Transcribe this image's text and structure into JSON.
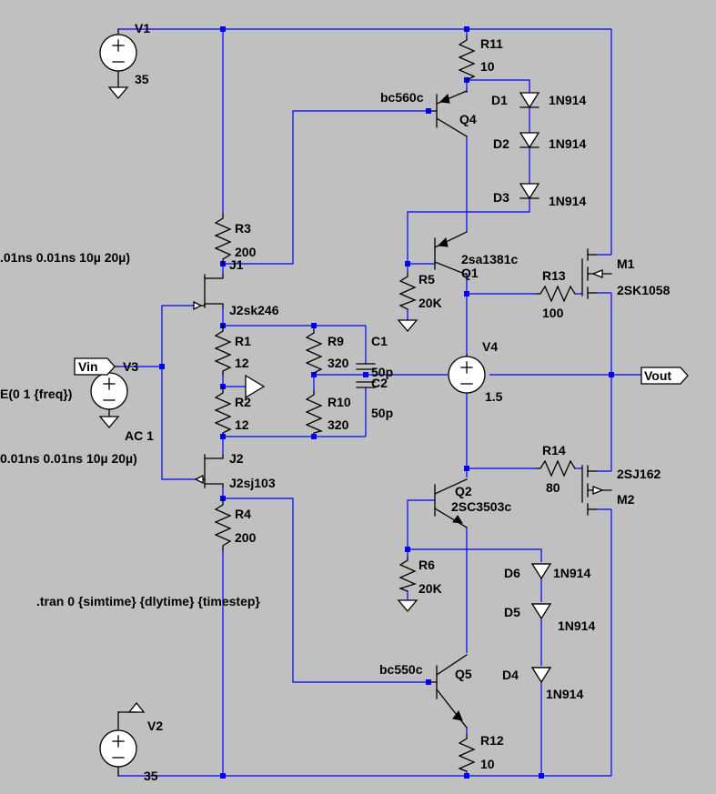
{
  "parts": {
    "V1": {
      "name": "V1",
      "value": "35"
    },
    "V2": {
      "name": "V2",
      "value": "35"
    },
    "V3": {
      "name": "V3",
      "value": "E(0 1 {freq})",
      "ac": "AC 1"
    },
    "V4": {
      "name": "V4",
      "value": "1.5"
    },
    "R1": {
      "name": "R1",
      "value": "12"
    },
    "R2": {
      "name": "R2",
      "value": "12"
    },
    "R3": {
      "name": "R3",
      "value": "200"
    },
    "R4": {
      "name": "R4",
      "value": "200"
    },
    "R5": {
      "name": "R5",
      "value": "20K"
    },
    "R6": {
      "name": "R6",
      "value": "20K"
    },
    "R9": {
      "name": "R9",
      "value": "320"
    },
    "R10": {
      "name": "R10",
      "value": "320"
    },
    "R11": {
      "name": "R11",
      "value": "10"
    },
    "R12": {
      "name": "R12",
      "value": "10"
    },
    "R13": {
      "name": "R13",
      "value": "100"
    },
    "R14": {
      "name": "R14",
      "value": "80"
    },
    "C1": {
      "name": "C1",
      "value": "50p"
    },
    "C2": {
      "name": "C2",
      "value": "50p"
    },
    "D1": {
      "name": "D1",
      "value": "1N914"
    },
    "D2": {
      "name": "D2",
      "value": "1N914"
    },
    "D3": {
      "name": "D3",
      "value": "1N914"
    },
    "D4": {
      "name": "D4",
      "value": "1N914"
    },
    "D5": {
      "name": "D5",
      "value": "1N914"
    },
    "D6": {
      "name": "D6",
      "value": "1N914"
    },
    "Q1": {
      "name": "Q1",
      "value": "2sa1381c"
    },
    "Q2": {
      "name": "Q2",
      "value": "2SC3503c"
    },
    "Q4": {
      "name": "Q4",
      "value": "bc560c"
    },
    "Q5": {
      "name": "Q5",
      "value": "bc550c"
    },
    "J1": {
      "name": "J1",
      "value": "J2sk246"
    },
    "J2": {
      "name": "J2",
      "value": "J2sj103"
    },
    "M1": {
      "name": "M1",
      "value": "2SK1058"
    },
    "M2": {
      "name": "M2",
      "value": "2SJ162"
    }
  },
  "pulse_top": ".01ns 0.01ns 10µ 20µ)",
  "pulse_bottom": "0.01ns 0.01ns 10µ 20µ)",
  "netlabels": {
    "vin": "Vin",
    "vout": "Vout"
  },
  "directive": ".tran 0 {simtime} {dlytime} {timestep}",
  "colors": {
    "background": "#c0c0c0",
    "wire": "#0000ff",
    "component": "#000000"
  }
}
